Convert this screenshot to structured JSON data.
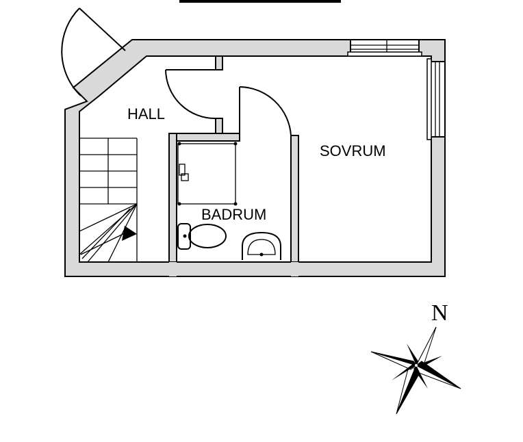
{
  "rooms": {
    "hall": "HALL",
    "sovrum": "SOVRUM",
    "badrum": "BADRUM"
  },
  "compass": {
    "north_label": "N"
  },
  "colors": {
    "wall_fill": "#d9d9d9",
    "line": "#000000",
    "background": "#ffffff"
  }
}
